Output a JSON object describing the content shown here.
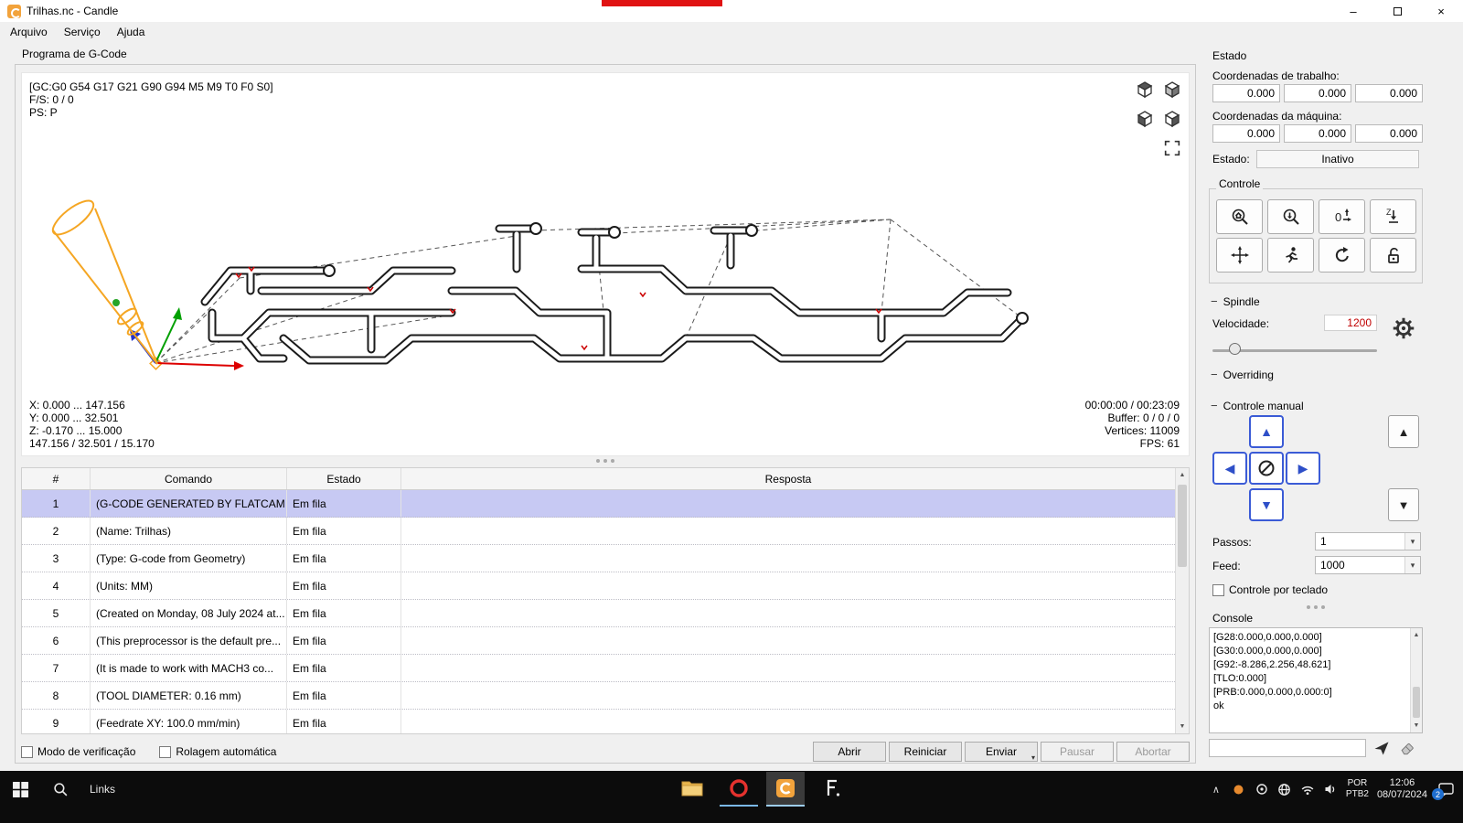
{
  "window": {
    "title": "Trilhas.nc - Candle"
  },
  "menu": {
    "items": [
      "Arquivo",
      "Serviço",
      "Ajuda"
    ]
  },
  "icons": {
    "minimize": "–",
    "close": "×",
    "dropdown_caret": "▾",
    "arrow_up": "▲",
    "arrow_down": "▼",
    "arrow_left": "◀",
    "arrow_right": "▶",
    "collapse_dash": "−",
    "chevron_up": "∧",
    "scroll_up": "▲",
    "scroll_down": "▼"
  },
  "gcode": {
    "panel_title": "Programa de G-Code",
    "overlay": {
      "gc_line": "[GC:G0 G54 G17 G21 G90 G94 M5 M9 T0 F0 S0]",
      "fs_line": "F/S: 0 / 0",
      "ps_line": "PS: P",
      "bounds_x": "X: 0.000 ... 147.156",
      "bounds_y": "Y: 0.000 ... 32.501",
      "bounds_z": "Z: -0.170 ... 15.000",
      "bounds_dims": "147.156 / 32.501 / 15.170",
      "time": "00:00:00 / 00:23:09",
      "buffer": "Buffer: 0 / 0 / 0",
      "vertices": "Vertices: 11009",
      "fps": "FPS: 61"
    },
    "table": {
      "columns": [
        "#",
        "Comando",
        "Estado",
        "Resposta"
      ],
      "rows": [
        {
          "n": "1",
          "cmd": "(G-CODE GENERATED BY FLATCAM ...",
          "estado": "Em fila",
          "resposta": "",
          "selected": true
        },
        {
          "n": "2",
          "cmd": "(Name: Trilhas)",
          "estado": "Em fila",
          "resposta": "",
          "selected": false
        },
        {
          "n": "3",
          "cmd": "(Type: G-code from Geometry)",
          "estado": "Em fila",
          "resposta": "",
          "selected": false
        },
        {
          "n": "4",
          "cmd": "(Units: MM)",
          "estado": "Em fila",
          "resposta": "",
          "selected": false
        },
        {
          "n": "5",
          "cmd": "(Created on Monday, 08 July 2024 at...",
          "estado": "Em fila",
          "resposta": "",
          "selected": false
        },
        {
          "n": "6",
          "cmd": "(This preprocessor is the default pre...",
          "estado": "Em fila",
          "resposta": "",
          "selected": false
        },
        {
          "n": "7",
          "cmd": "(It is made to work with MACH3 co...",
          "estado": "Em fila",
          "resposta": "",
          "selected": false
        },
        {
          "n": "8",
          "cmd": "(TOOL DIAMETER: 0.16 mm)",
          "estado": "Em fila",
          "resposta": "",
          "selected": false
        },
        {
          "n": "9",
          "cmd": "(Feedrate XY: 100.0 mm/min)",
          "estado": "Em fila",
          "resposta": "",
          "selected": false
        }
      ]
    },
    "footer": {
      "check_verify": "Modo de verificação",
      "check_autoscroll": "Rolagem automática",
      "open": "Abrir",
      "reset": "Reiniciar",
      "send": "Enviar",
      "pause": "Pausar",
      "abort": "Abortar"
    }
  },
  "estado": {
    "title": "Estado",
    "work_label": "Coordenadas de trabalho:",
    "machine_label": "Coordenadas da máquina:",
    "work": [
      "0.000",
      "0.000",
      "0.000"
    ],
    "machine": [
      "0.000",
      "0.000",
      "0.000"
    ],
    "state_label": "Estado:",
    "state_value": "Inativo"
  },
  "controle": {
    "title": "Controle"
  },
  "spindle": {
    "title": "Spindle",
    "speed_label": "Velocidade:",
    "speed_value": "1200"
  },
  "overriding": {
    "title": "Overriding"
  },
  "manual": {
    "title": "Controle manual",
    "steps_label": "Passos:",
    "steps_value": "1",
    "feed_label": "Feed:",
    "feed_value": "1000",
    "keyboard_label": "Controle por teclado"
  },
  "console": {
    "title": "Console",
    "lines": [
      "[G28:0.000,0.000,0.000]",
      "[G30:0.000,0.000,0.000]",
      "[G92:-8.286,2.256,48.621]",
      "[TLO:0.000]",
      "[PRB:0.000,0.000,0.000:0]",
      "ok"
    ],
    "input_value": ""
  },
  "taskbar": {
    "search_label": "Links",
    "lang_line1": "POR",
    "lang_line2": "PTB2",
    "time": "12:06",
    "date": "08/07/2024",
    "badge": "2"
  },
  "colors": {
    "selection": "#c7c9f3",
    "speed_red": "#c00000",
    "jog_blue": "#2e4fc8",
    "taskbar_bg": "#0c0c0c",
    "candle_orange": "#f2a33c"
  }
}
